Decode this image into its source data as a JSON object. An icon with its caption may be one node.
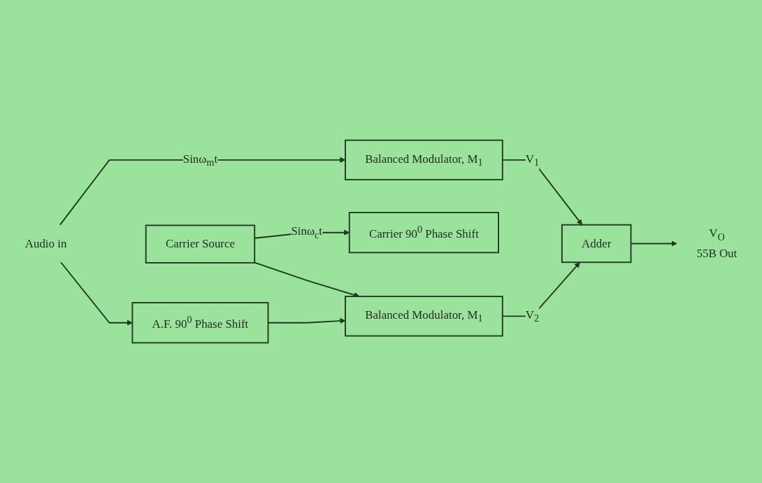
{
  "diagram": {
    "nodes": [
      {
        "text": [
          "Balanced Modulator, M$_{1}$"
        ]
      },
      {
        "text": [
          "Carrier 90$^{0}$ Phase Shift"
        ]
      },
      {
        "text": [
          "Audio in"
        ]
      },
      {
        "text": [
          "Carrier Source"
        ]
      },
      {
        "text": [
          "Adder"
        ]
      },
      {
        "text": [
          "A.F. 90$^{0}$ Phase Shift"
        ]
      },
      {
        "text": [
          "Balanced Modulator, M$_{1}$"
        ]
      },
      {
        "text": [
          "V$_{O}$",
          "55B Out"
        ]
      }
    ],
    "edges": [
      {
        "from": 2,
        "to": 0,
        "arrow": "to",
        "label": "Sinω$_{m}$t"
      },
      {
        "from": 2,
        "to": 5,
        "arrow": "to"
      },
      {
        "from": 3,
        "to": 1,
        "arrow": "to",
        "label": "Sinω$_{c}$t"
      },
      {
        "from": 3,
        "to": 6,
        "arrow": "to"
      },
      {
        "from": 5,
        "to": 6,
        "arrow": "to"
      },
      {
        "from": 0,
        "to": 4,
        "arrow": "to",
        "label": "V$_{1}$"
      },
      {
        "from": 6,
        "to": 4,
        "arrow": "to",
        "label": "V$_{2}$"
      },
      {
        "from": 4,
        "to": 7,
        "arrow": "to"
      }
    ]
  }
}
